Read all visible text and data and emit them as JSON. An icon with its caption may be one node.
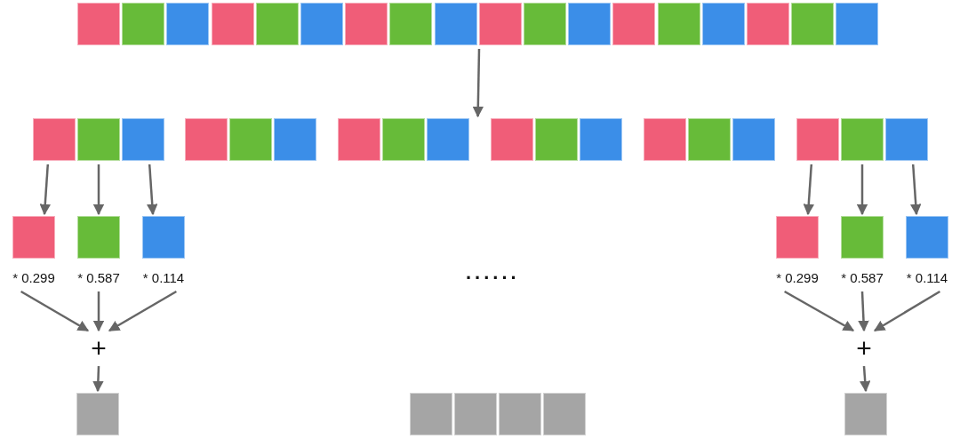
{
  "diagram": {
    "nodes": [
      {
        "text": [],
        "shape": "box"
      },
      {
        "text": [],
        "shape": "box"
      },
      {
        "text": [],
        "shape": "box"
      },
      {
        "text": [],
        "shape": "box"
      },
      {
        "text": [],
        "shape": "box"
      },
      {
        "text": [],
        "shape": "box"
      },
      {
        "text": [],
        "shape": "box"
      },
      {
        "text": [],
        "shape": "box"
      },
      {
        "text": [],
        "shape": "box"
      },
      {
        "text": [],
        "shape": "box"
      },
      {
        "text": [],
        "shape": "box"
      },
      {
        "text": [],
        "shape": "box"
      },
      {
        "text": [],
        "shape": "box"
      },
      {
        "text": [],
        "shape": "box"
      },
      {
        "text": [],
        "shape": "box"
      },
      {
        "text": [],
        "shape": "box"
      },
      {
        "text": [],
        "shape": "box"
      },
      {
        "text": [],
        "shape": "box"
      },
      {
        "text": [],
        "shape": "box"
      },
      {
        "text": [],
        "shape": "box"
      },
      {
        "text": [],
        "shape": "box"
      },
      {
        "text": [],
        "shape": "box"
      },
      {
        "text": [],
        "shape": "box"
      },
      {
        "text": [],
        "shape": "box"
      },
      {
        "text": [],
        "shape": "box"
      },
      {
        "text": [],
        "shape": "box"
      },
      {
        "text": [],
        "shape": "box"
      },
      {
        "text": [],
        "shape": "box"
      },
      {
        "text": [],
        "shape": "box"
      },
      {
        "text": [],
        "shape": "box"
      },
      {
        "text": [],
        "shape": "box"
      },
      {
        "text": [],
        "shape": "box"
      },
      {
        "text": [],
        "shape": "box"
      },
      {
        "text": [],
        "shape": "box"
      },
      {
        "text": [],
        "shape": "box"
      },
      {
        "text": [],
        "shape": "box"
      },
      {
        "text": [],
        "shape": "box"
      },
      {
        "text": [],
        "shape": "box"
      },
      {
        "text": [],
        "shape": "box"
      },
      {
        "text": [
          "* 0.299"
        ]
      },
      {
        "text": [
          "* 0.587"
        ]
      },
      {
        "text": [
          "* 0.114"
        ]
      },
      {
        "text": [
          "+"
        ]
      },
      {
        "text": [],
        "shape": "box"
      },
      {
        "text": [],
        "shape": "box"
      },
      {
        "text": [],
        "shape": "box"
      },
      {
        "text": [],
        "shape": "box"
      },
      {
        "text": [],
        "shape": "box"
      },
      {
        "text": [],
        "shape": "box"
      },
      {
        "text": [],
        "shape": "box"
      },
      {
        "text": [],
        "shape": "box"
      },
      {
        "text": [
          "* 0.299"
        ]
      },
      {
        "text": [
          "* 0.587"
        ]
      },
      {
        "text": [
          "* 0.114"
        ]
      },
      {
        "text": [
          "+"
        ]
      },
      {
        "text": [],
        "shape": "box"
      }
    ],
    "edges": [
      {
        "from": 9,
        "to": 26,
        "arrow": "to"
      },
      {
        "from": 18,
        "to": 36,
        "arrow": "to"
      },
      {
        "from": 19,
        "to": 37,
        "arrow": "to"
      },
      {
        "from": 20,
        "to": 38,
        "arrow": "to"
      },
      {
        "from": 39,
        "to": 42,
        "arrow": "to"
      },
      {
        "from": 40,
        "to": 42,
        "arrow": "to"
      },
      {
        "from": 41,
        "to": 42,
        "arrow": "to"
      },
      {
        "from": 42,
        "to": 43,
        "arrow": "to"
      },
      {
        "from": 33,
        "to": 48,
        "arrow": "to"
      },
      {
        "from": 34,
        "to": 49,
        "arrow": "to"
      },
      {
        "from": 35,
        "to": 50,
        "arrow": "to"
      },
      {
        "from": 51,
        "to": 54,
        "arrow": "to"
      },
      {
        "from": 52,
        "to": 54,
        "arrow": "to"
      },
      {
        "from": 53,
        "to": 54,
        "arrow": "to"
      },
      {
        "from": 54,
        "to": 55,
        "arrow": "to"
      }
    ],
    "labels": [
      "......"
    ]
  }
}
